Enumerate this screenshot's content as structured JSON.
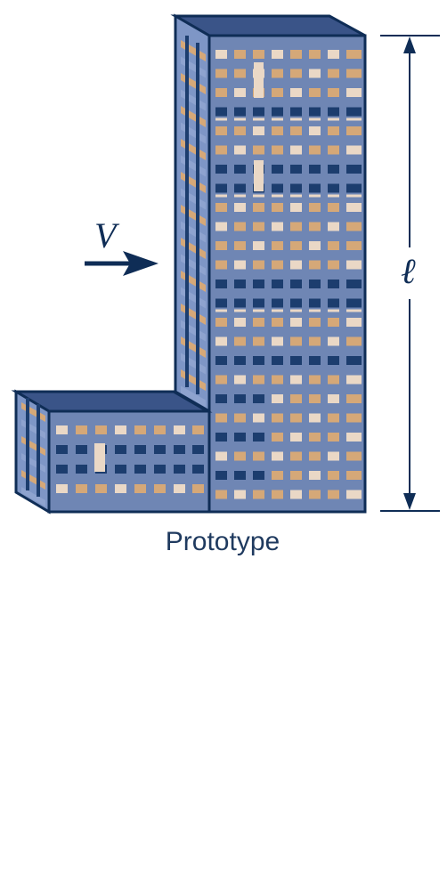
{
  "figure": {
    "caption": "Prototype",
    "velocity_symbol": "V",
    "length_symbol": "ℓ"
  },
  "colors": {
    "facade": "#6f86b4",
    "facade_light": "#8ea3cf",
    "roof": "#3a5488",
    "outline": "#0f2d56",
    "window_tan": "#d5a878",
    "window_cream": "#ead8c6",
    "window_dark": "#1c3d6e",
    "arrow": "#0f2d56",
    "text": "#1f3a5f"
  }
}
